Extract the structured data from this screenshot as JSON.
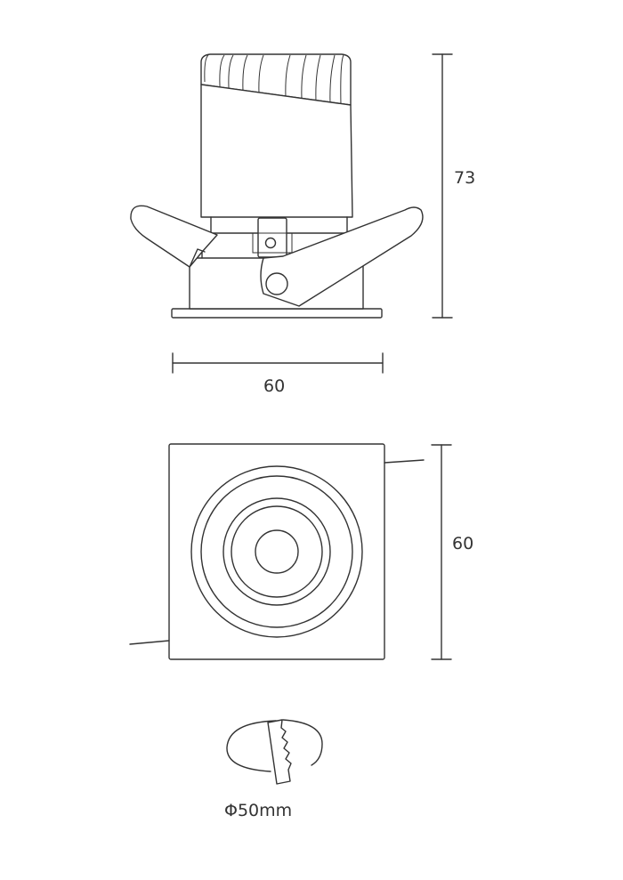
{
  "side_view": {
    "height_label": "73",
    "width_label": "60"
  },
  "top_view": {
    "height_label": "60"
  },
  "cutout": {
    "diameter_label": "Φ50mm"
  },
  "colors": {
    "line": "#333333",
    "background": "#ffffff"
  }
}
